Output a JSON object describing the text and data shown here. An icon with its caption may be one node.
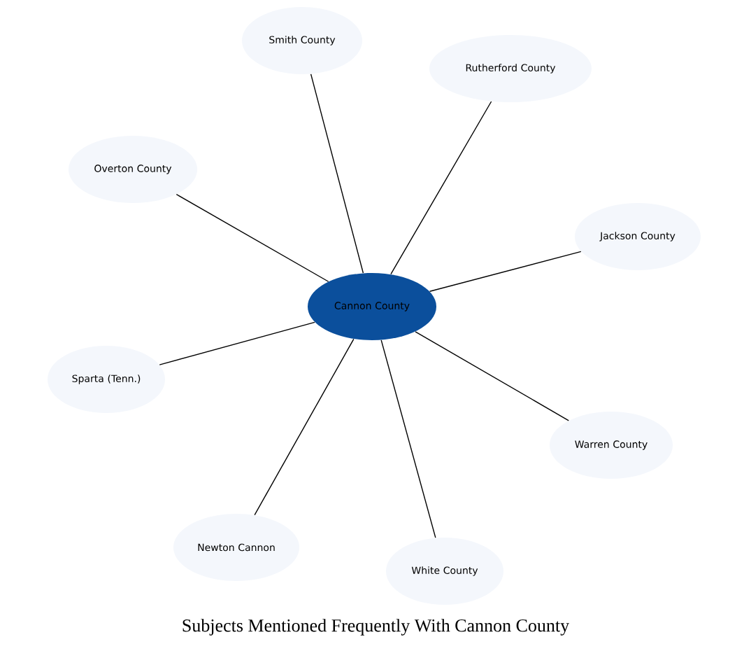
{
  "diagram": {
    "title": "Subjects Mentioned Frequently With Cannon County",
    "nodes": [
      {
        "text": [
          "Smith County"
        ]
      },
      {
        "text": [
          "Rutherford County"
        ]
      },
      {
        "text": [
          "Overton County"
        ]
      },
      {
        "text": [
          "Jackson County"
        ]
      },
      {
        "text": [
          "Cannon County"
        ]
      },
      {
        "text": [
          "Sparta (Tenn.)"
        ]
      },
      {
        "text": [
          "Warren County"
        ]
      },
      {
        "text": [
          "Newton Cannon"
        ]
      },
      {
        "text": [
          "White County"
        ]
      }
    ],
    "edges": [
      {
        "from": 4,
        "to": 0,
        "arrow": "none"
      },
      {
        "from": 4,
        "to": 1,
        "arrow": "none"
      },
      {
        "from": 4,
        "to": 2,
        "arrow": "none"
      },
      {
        "from": 4,
        "to": 3,
        "arrow": "none"
      },
      {
        "from": 4,
        "to": 5,
        "arrow": "none"
      },
      {
        "from": 4,
        "to": 6,
        "arrow": "none"
      },
      {
        "from": 4,
        "to": 7,
        "arrow": "none"
      },
      {
        "from": 4,
        "to": 8,
        "arrow": "none"
      }
    ]
  }
}
